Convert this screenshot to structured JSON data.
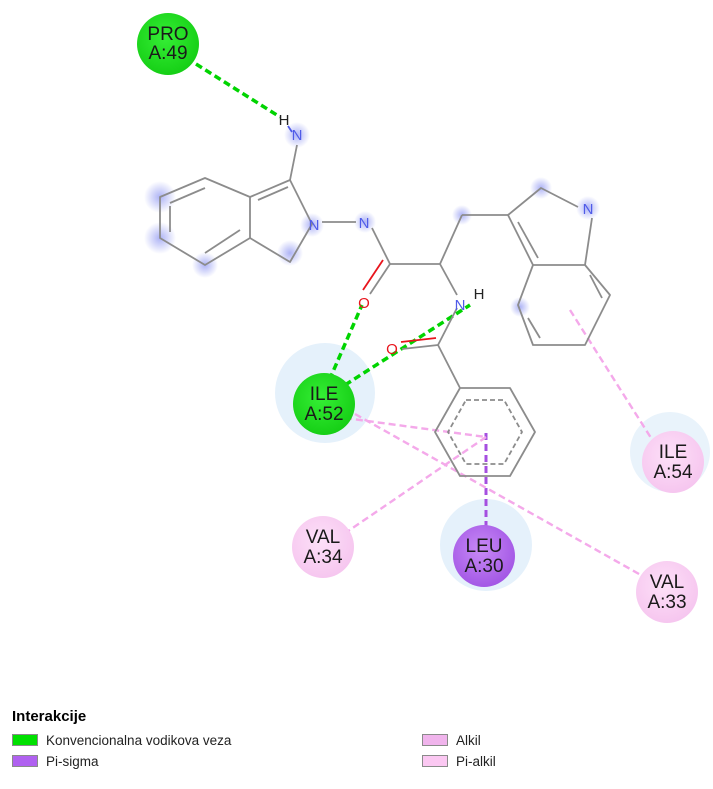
{
  "residues": [
    {
      "id": "pro49",
      "name": "PRO",
      "number": "A:49",
      "interaction": "Konvencionalna vodikova veza"
    },
    {
      "id": "ile52",
      "name": "ILE",
      "number": "A:52",
      "interaction": "Konvencionalna vodikova veza"
    },
    {
      "id": "ile54",
      "name": "ILE",
      "number": "A:54",
      "interaction": "Pi-alkil"
    },
    {
      "id": "val34",
      "name": "VAL",
      "number": "A:34",
      "interaction": "Pi-alkil"
    },
    {
      "id": "leu30",
      "name": "LEU",
      "number": "A:30",
      "interaction": "Pi-sigma"
    },
    {
      "id": "val33",
      "name": "VAL",
      "number": "A:33",
      "interaction": "Pi-alkil"
    }
  ],
  "atoms": {
    "n_amine": "N",
    "h_amine": "H",
    "n_ring": "N",
    "n_hydrazide": "N",
    "o_amide": "O",
    "n_amide": "N",
    "h_amide": "H",
    "n_indole": "N",
    "o_benzoyl": "O"
  },
  "legend": {
    "title": "Interakcije",
    "items": [
      {
        "label": "Konvencionalna vodikova veza",
        "color": "#00e000"
      },
      {
        "label": "Pi-sigma",
        "color": "#b061f0"
      },
      {
        "label": "Alkil",
        "color": "#f0b4ec"
      },
      {
        "label": "Pi-alkil",
        "color": "#fbc8f2"
      }
    ]
  },
  "colors": {
    "hbond": "#00d400",
    "pi_sigma": "#a54fe0",
    "pi_alkyl": "#f4a9ea",
    "bond": "#8c8c8c",
    "nitrogen": "#4f5be8",
    "oxygen": "#e8141c",
    "hydrogen": "#222222"
  }
}
